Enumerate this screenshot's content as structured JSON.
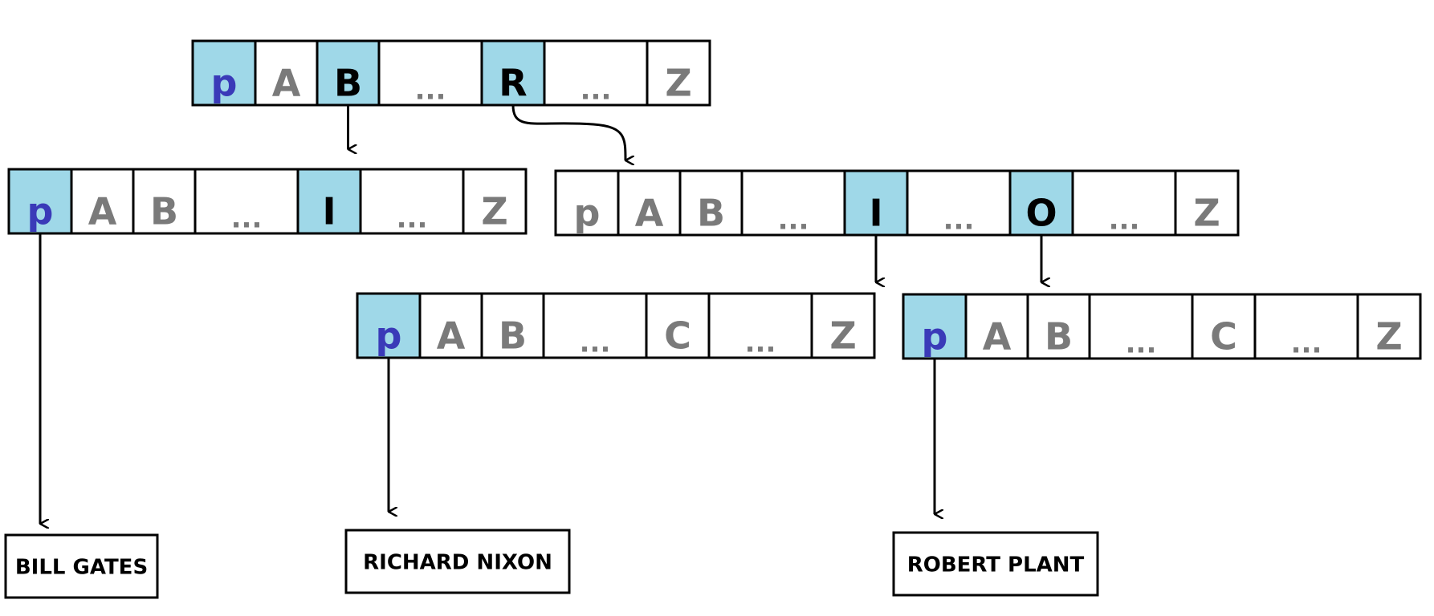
{
  "colors": {
    "highlight": "#9fd8e8",
    "cell_bg": "#ffffff",
    "border": "#000000",
    "letter_gray": "#7a7a7a",
    "letter_black": "#000000",
    "letter_p": "#3a3ab8",
    "arrow": "#000000"
  },
  "nodes": [
    {
      "id": "root",
      "cells": [
        {
          "label": "p",
          "highlight": true,
          "style": "p"
        },
        {
          "label": "A",
          "highlight": false,
          "style": "gray"
        },
        {
          "label": "B",
          "highlight": true,
          "style": "black"
        },
        {
          "label": "...",
          "highlight": false,
          "style": "gray"
        },
        {
          "label": "R",
          "highlight": true,
          "style": "black"
        },
        {
          "label": "...",
          "highlight": false,
          "style": "gray"
        },
        {
          "label": "Z",
          "highlight": false,
          "style": "gray"
        }
      ]
    },
    {
      "id": "b-node",
      "cells": [
        {
          "label": "p",
          "highlight": true,
          "style": "p"
        },
        {
          "label": "A",
          "highlight": false,
          "style": "gray"
        },
        {
          "label": "B",
          "highlight": false,
          "style": "gray"
        },
        {
          "label": "...",
          "highlight": false,
          "style": "gray"
        },
        {
          "label": "I",
          "highlight": true,
          "style": "black"
        },
        {
          "label": "...",
          "highlight": false,
          "style": "gray"
        },
        {
          "label": "Z",
          "highlight": false,
          "style": "gray"
        }
      ]
    },
    {
      "id": "r-node",
      "cells": [
        {
          "label": "p",
          "highlight": false,
          "style": "gray"
        },
        {
          "label": "A",
          "highlight": false,
          "style": "gray"
        },
        {
          "label": "B",
          "highlight": false,
          "style": "gray"
        },
        {
          "label": "...",
          "highlight": false,
          "style": "gray"
        },
        {
          "label": "I",
          "highlight": true,
          "style": "black"
        },
        {
          "label": "...",
          "highlight": false,
          "style": "gray"
        },
        {
          "label": "O",
          "highlight": true,
          "style": "black"
        },
        {
          "label": "...",
          "highlight": false,
          "style": "gray"
        },
        {
          "label": "Z",
          "highlight": false,
          "style": "gray"
        }
      ]
    },
    {
      "id": "ri-node",
      "cells": [
        {
          "label": "p",
          "highlight": true,
          "style": "p"
        },
        {
          "label": "A",
          "highlight": false,
          "style": "gray"
        },
        {
          "label": "B",
          "highlight": false,
          "style": "gray"
        },
        {
          "label": "...",
          "highlight": false,
          "style": "gray"
        },
        {
          "label": "C",
          "highlight": false,
          "style": "gray"
        },
        {
          "label": "...",
          "highlight": false,
          "style": "gray"
        },
        {
          "label": "Z",
          "highlight": false,
          "style": "gray"
        }
      ]
    },
    {
      "id": "ro-node",
      "cells": [
        {
          "label": "p",
          "highlight": true,
          "style": "p"
        },
        {
          "label": "A",
          "highlight": false,
          "style": "gray"
        },
        {
          "label": "B",
          "highlight": false,
          "style": "gray"
        },
        {
          "label": "...",
          "highlight": false,
          "style": "gray"
        },
        {
          "label": "C",
          "highlight": false,
          "style": "gray"
        },
        {
          "label": "...",
          "highlight": false,
          "style": "gray"
        },
        {
          "label": "Z",
          "highlight": false,
          "style": "gray"
        }
      ]
    }
  ],
  "leaves": [
    {
      "id": "leaf-bill",
      "text": "BILL GATES"
    },
    {
      "id": "leaf-richard",
      "text": "RICHARD NIXON"
    },
    {
      "id": "leaf-robert",
      "text": "ROBERT PLANT"
    }
  ]
}
